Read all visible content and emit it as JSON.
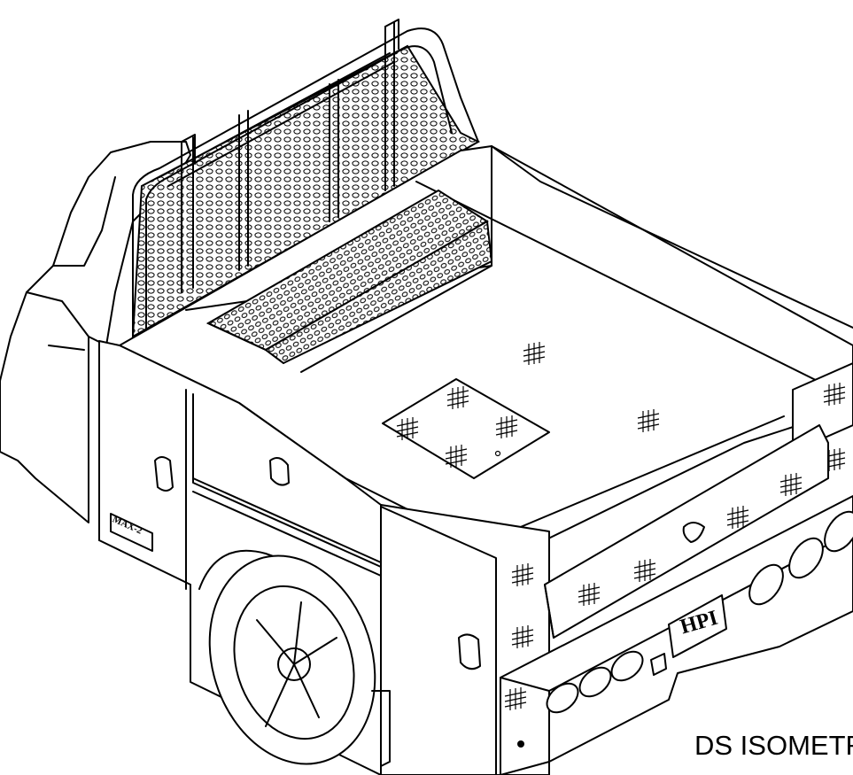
{
  "view_label": "DS ISOMETRIC",
  "logo_text": "HPI",
  "badge_text": "MAX-2",
  "colors": {
    "line": "#000000",
    "background": "#ffffff"
  }
}
